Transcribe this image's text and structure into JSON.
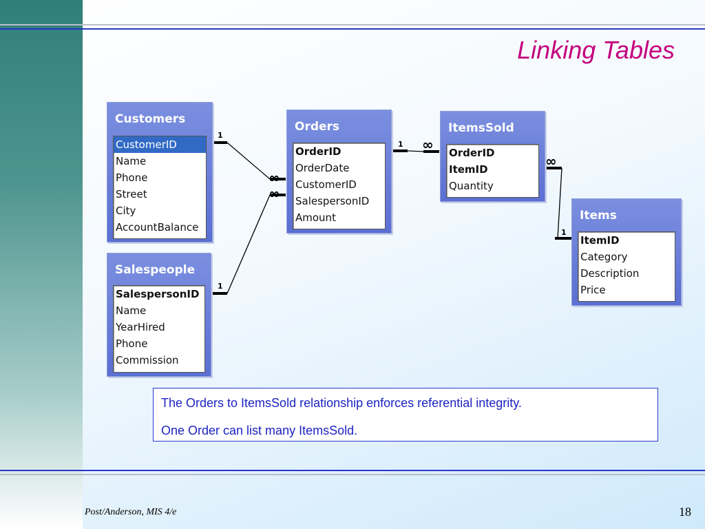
{
  "title": "Linking Tables",
  "tables": {
    "customers": {
      "name": "Customers",
      "fields": [
        "CustomerID",
        "Name",
        "Phone",
        "Street",
        "City",
        "AccountBalance"
      ]
    },
    "salespeople": {
      "name": "Salespeople",
      "fields": [
        "SalespersonID",
        "Name",
        "YearHired",
        "Phone",
        "Commission"
      ]
    },
    "orders": {
      "name": "Orders",
      "fields": [
        "OrderID",
        "OrderDate",
        "CustomerID",
        "SalespersonID",
        "Amount"
      ]
    },
    "itemssold": {
      "name": "ItemsSold",
      "fields": [
        "OrderID",
        "ItemID",
        "Quantity"
      ]
    },
    "items": {
      "name": "Items",
      "fields": [
        "ItemID",
        "Category",
        "Description",
        "Price"
      ]
    }
  },
  "cardinality": {
    "one": "1",
    "many": "∞"
  },
  "note": {
    "line1": "The Orders to ItemsSold relationship enforces referential integrity.",
    "line2": "One Order can list many ItemsSold."
  },
  "footer": {
    "source": "Post/Anderson, MIS 4/e",
    "page": "18"
  },
  "colors": {
    "title": "#c4007d",
    "note_text": "#1c23c2",
    "table_header": "#6a7fd9",
    "selection": "#316ac5"
  }
}
